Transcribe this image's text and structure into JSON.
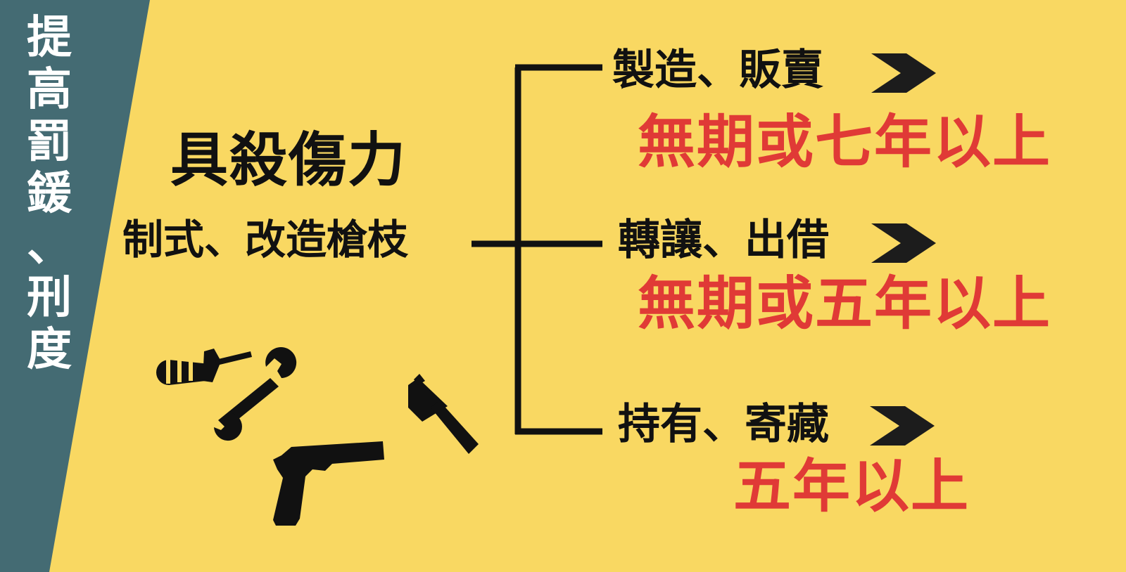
{
  "side_panel": {
    "chars": [
      "提",
      "高",
      "罰",
      "鍰",
      "、",
      "刑",
      "度"
    ],
    "color": "#446b73"
  },
  "main": {
    "title": "具殺傷力",
    "subtitle": "制式、改造槍枝"
  },
  "branches": [
    {
      "label": "製造、販賣",
      "penalty": "無期或七年以上"
    },
    {
      "label": "轉讓、出借",
      "penalty": "無期或五年以上"
    },
    {
      "label": "持有、寄藏",
      "penalty": "五年以上"
    }
  ],
  "icons": [
    "microphone-icon",
    "wrench-icon",
    "hammer-icon",
    "handgun-icon",
    "chevron-right-icon"
  ],
  "colors": {
    "background": "#f9d862",
    "side_panel": "#446b73",
    "text": "#111111",
    "penalty": "#e03a36",
    "arrow": "#1c1c1c"
  }
}
